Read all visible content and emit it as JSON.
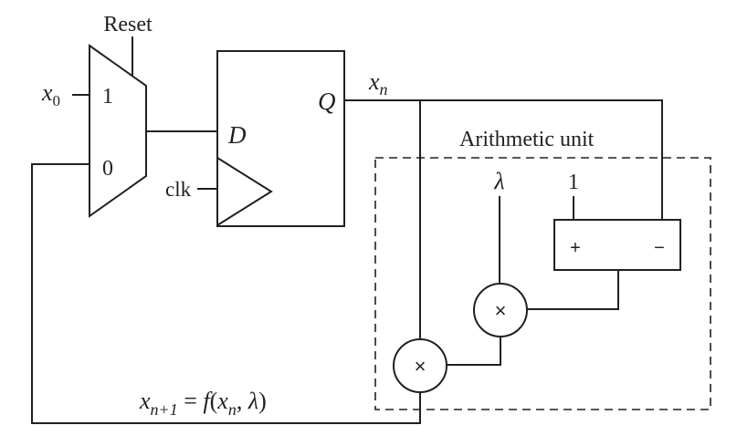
{
  "diagram": {
    "title": "Logistic map hardware iteration",
    "mux": {
      "select_label": "Reset",
      "input1_label": "1",
      "input0_label": "0",
      "initial_value": {
        "base": "x",
        "sub": "0"
      }
    },
    "register": {
      "d_label": "D",
      "q_label": "Q",
      "clk_label": "clk"
    },
    "output_label": {
      "base": "x",
      "sub": "n"
    },
    "arithmetic_unit": {
      "label": "Arithmetic unit",
      "lambda_label": "λ",
      "one_label": "1",
      "subtractor_plus": "+",
      "subtractor_minus": "−",
      "multiplier_symbol": "×"
    },
    "feedback_label": {
      "lhs_base": "x",
      "lhs_sub": "n+1",
      "equals": " = ",
      "func": "f",
      "open": "(",
      "arg1_base": "x",
      "arg1_sub": "n",
      "sep": ", ",
      "arg2": "λ",
      "close": ")"
    }
  }
}
